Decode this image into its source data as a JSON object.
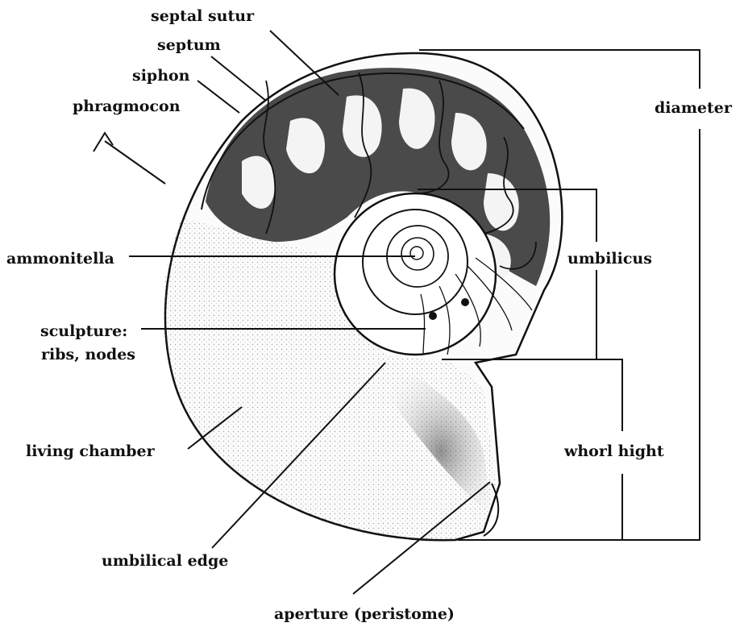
{
  "labels": {
    "septal_sutur": "septal sutur",
    "septum": "septum",
    "siphon": "siphon",
    "phragmocon": "phragmocon",
    "diameter": "diameter",
    "ammonitella": "ammonitella",
    "umbilicus": "umbilicus",
    "sculpture_line1": "sculpture:",
    "sculpture_line2": "ribs, nodes",
    "living_chamber": "living chamber",
    "whorl_hight": "whorl hight",
    "umbilical_edge": "umbilical edge",
    "aperture": "aperture (peristome)"
  },
  "colors": {
    "ink": "#111111",
    "chamber_fill": "#f7f7f7",
    "phragmocone_fill": "#2a2a2a"
  }
}
